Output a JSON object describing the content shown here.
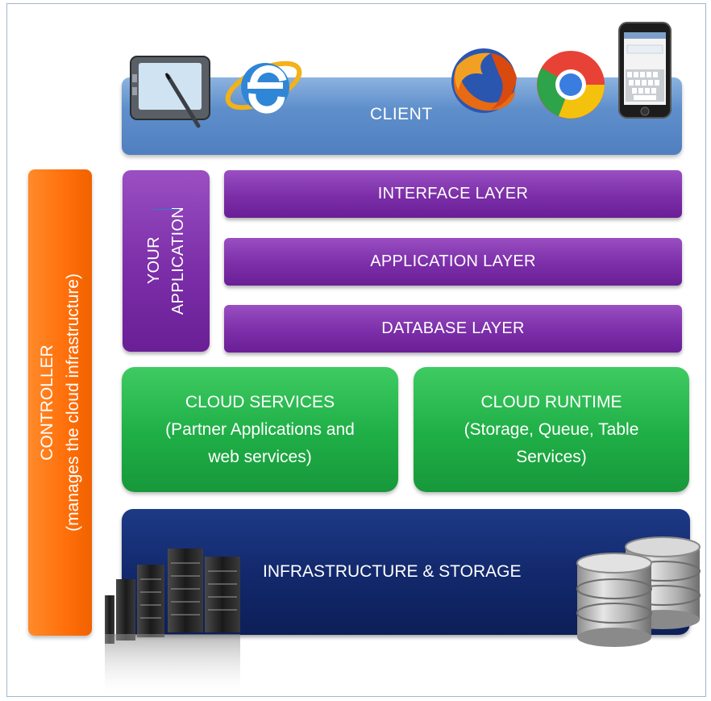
{
  "client": {
    "label": "CLIENT"
  },
  "layers": {
    "interface": "INTERFACE LAYER",
    "application": "APPLICATION LAYER",
    "database": "DATABASE LAYER"
  },
  "your_application": {
    "line1": "YOUR",
    "line2": "APPLICATION"
  },
  "cloud_services": {
    "line1": "CLOUD SERVICES",
    "line2": "(Partner Applications and",
    "line3": "web services)"
  },
  "cloud_runtime": {
    "line1": "CLOUD RUNTIME",
    "line2": "(Storage, Queue, Table",
    "line3": "Services)"
  },
  "infrastructure": {
    "label": "INFRASTRUCTURE & STORAGE"
  },
  "controller": {
    "line1": "CONTROLLER",
    "line2": "(manages the cloud infrastructure)"
  },
  "icons": [
    "tablet-pen-icon",
    "internet-explorer-icon",
    "firefox-icon",
    "chrome-icon",
    "smartphone-icon",
    "server-rack-icon",
    "database-icon"
  ],
  "colors": {
    "client": "#5f8fcb",
    "layers": "#7b2ea8",
    "cloud": "#1fae46",
    "infrastructure": "#13296d",
    "controller": "#ff6f0a"
  }
}
